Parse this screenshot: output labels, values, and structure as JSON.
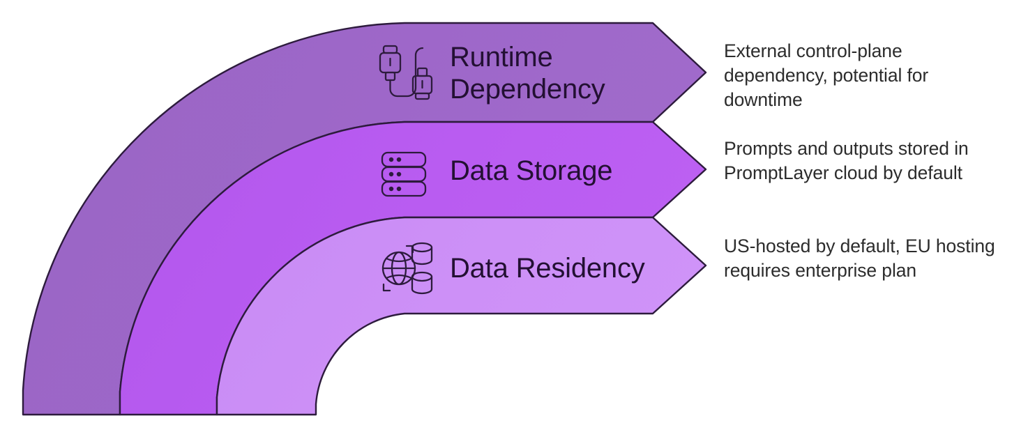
{
  "diagram": {
    "type": "curved-arrow-banner-list",
    "background": "#ffffff",
    "stroke_color": "#2d1b3d",
    "label_text_color": "#231033",
    "description_text_color": "#2c2c2c",
    "rows": [
      {
        "label": "Runtime\nDependency",
        "description": "External control-plane dependency, potential for downtime",
        "band_color": "#9b63c4",
        "icon": "usb-cable-icon"
      },
      {
        "label": "Data Storage",
        "description": "Prompts and outputs stored in PromptLayer cloud by default",
        "band_color": "#b857ee",
        "icon": "database-stack-icon"
      },
      {
        "label": "Data Residency",
        "description": "US-hosted by default, EU hosting requires enterprise plan",
        "band_color": "#ca8bf5",
        "icon": "globe-data-residency-icon"
      }
    ]
  }
}
